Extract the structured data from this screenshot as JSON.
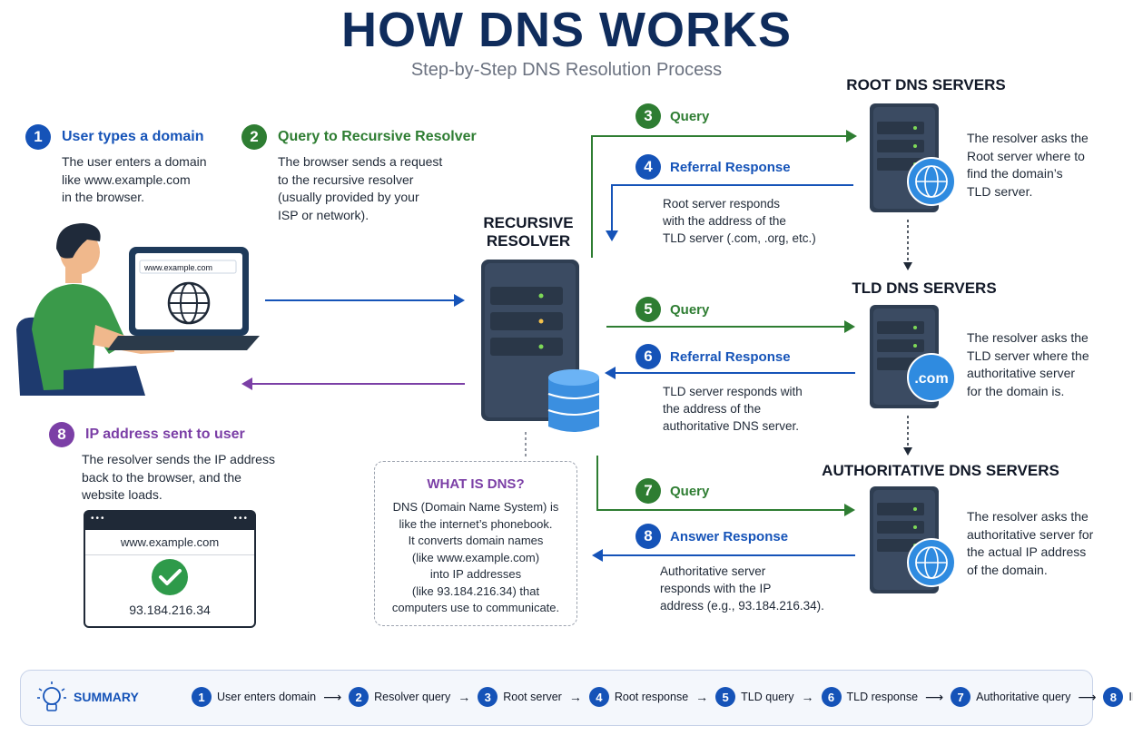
{
  "header": {
    "title": "HOW DNS WORKS",
    "subtitle": "Step-by-Step DNS Resolution Process"
  },
  "colors": {
    "navy": "#0f2c5c",
    "blue": "#1553b8",
    "green": "#2e7d32",
    "purple": "#7b3fa6"
  },
  "steps": {
    "s1": {
      "num": "1",
      "title": "User types a domain",
      "lines": [
        "The user enters a domain",
        "like www.example.com",
        "in the browser."
      ]
    },
    "s2": {
      "num": "2",
      "title": "Query to Recursive Resolver",
      "lines": [
        "The browser sends a request",
        "to the recursive resolver",
        "(usually provided by your",
        "ISP or network)."
      ]
    },
    "s8": {
      "num": "8",
      "title": "IP address sent to user",
      "lines": [
        "The resolver sends the IP address",
        "back to the browser, and the",
        "website loads."
      ]
    }
  },
  "laptop": {
    "url": "www.example.com"
  },
  "resolver": {
    "title_line1": "RECURSIVE",
    "title_line2": "RESOLVER"
  },
  "root": {
    "title": "ROOT DNS SERVERS",
    "desc": [
      "The resolver asks the",
      "Root server where to",
      "find the domain’s",
      "TLD server."
    ],
    "query": {
      "num": "3",
      "label": "Query"
    },
    "response": {
      "num": "4",
      "label": "Referral Response"
    },
    "response_desc": [
      "Root server responds",
      "with the address of the",
      "TLD server (.com, .org, etc.)"
    ]
  },
  "tld": {
    "title": "TLD DNS SERVERS",
    "badge": ".com",
    "desc": [
      "The resolver asks the",
      "TLD server where the",
      "authoritative server",
      "for the domain is."
    ],
    "query": {
      "num": "5",
      "label": "Query"
    },
    "response": {
      "num": "6",
      "label": "Referral Response"
    },
    "response_desc": [
      "TLD server responds with",
      "the address of the",
      "authoritative DNS server."
    ]
  },
  "auth": {
    "title": "AUTHORITATIVE DNS SERVERS",
    "desc": [
      "The resolver asks the",
      "authoritative server for",
      "the actual IP address",
      "of the domain."
    ],
    "query": {
      "num": "7",
      "label": "Query"
    },
    "response": {
      "num": "8",
      "label": "Answer Response"
    },
    "response_desc": [
      "Authoritative server",
      "responds with the IP",
      "address (e.g., 93.184.216.34)."
    ]
  },
  "what_is_dns": {
    "title": "WHAT IS DNS?",
    "lines": [
      "DNS (Domain Name System) is",
      "like the internet’s phonebook.",
      "It converts domain names",
      "(like www.example.com)",
      "into IP addresses",
      "(like 93.184.216.34) that",
      "computers use to communicate."
    ]
  },
  "result_browser": {
    "dots": "•••",
    "url": "www.example.com",
    "ip": "93.184.216.34"
  },
  "summary": {
    "label": "SUMMARY",
    "items": [
      {
        "num": "1",
        "label": "User enters domain"
      },
      {
        "num": "2",
        "label": "Resolver query"
      },
      {
        "num": "3",
        "label": "Root server"
      },
      {
        "num": "4",
        "label": "Root response"
      },
      {
        "num": "5",
        "label": "TLD query"
      },
      {
        "num": "6",
        "label": "TLD response"
      },
      {
        "num": "7",
        "label": "Authoritative query"
      },
      {
        "num": "8",
        "label": "IP returned"
      }
    ]
  }
}
